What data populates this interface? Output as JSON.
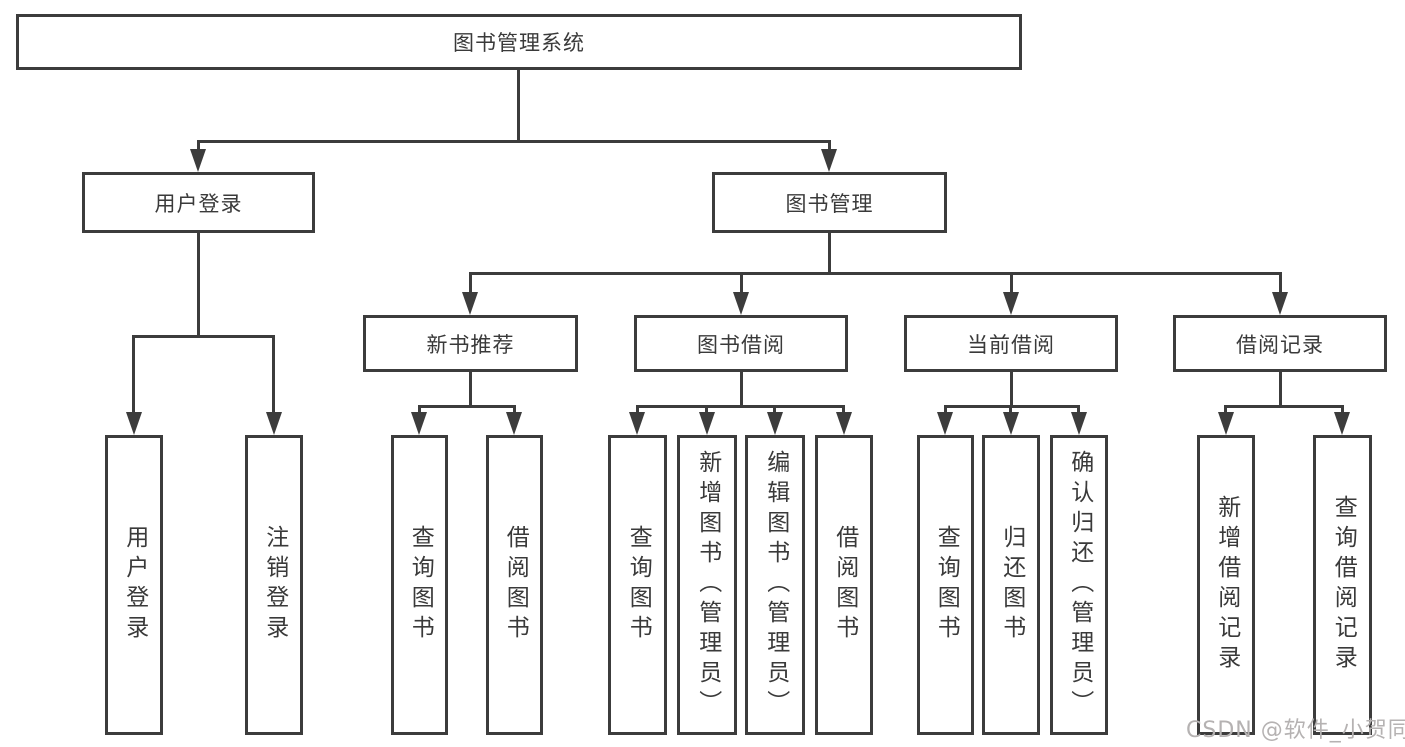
{
  "d": {
    "root": "图书管理系统",
    "l2": [
      "用户登录",
      "图书管理"
    ],
    "l3": [
      "新书推荐",
      "图书借阅",
      "当前借阅",
      "借阅记录"
    ],
    "login_leaves": [
      "用户登录",
      "注销登录"
    ],
    "newbook_leaves": [
      "查询图书",
      "借阅图书"
    ],
    "borrow_leaves": [
      "查询图书",
      "新增图书（管理员）",
      "编辑图书（管理员）",
      "借阅图书"
    ],
    "current_leaves": [
      "查询图书",
      "归还图书",
      "确认归还（管理员）"
    ],
    "record_leaves": [
      "新增借阅记录",
      "查询借阅记录"
    ]
  },
  "watermark": "CSDN @软件_小贺同学",
  "colors": {
    "line": "#3c3c3c",
    "text": "#3a3a3a",
    "background": "#ffffff",
    "watermark": "#b5b2b2"
  }
}
